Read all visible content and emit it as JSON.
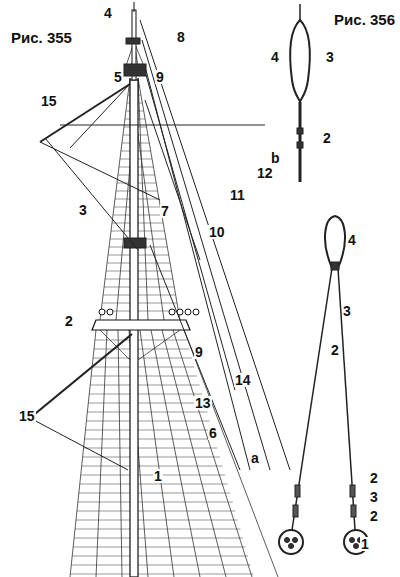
{
  "diagram": {
    "labels": [
      "4",
      "Рис. 355",
      "8",
      "5",
      "9",
      "15",
      "7",
      "12",
      "11",
      "10",
      "3",
      "2",
      "15",
      "9",
      "14",
      "13",
      "6",
      "1",
      "Рис. 356",
      "4",
      "3",
      "2",
      "b",
      "4",
      "3",
      "2",
      "a",
      "2",
      "3",
      "2",
      "1"
    ]
  }
}
